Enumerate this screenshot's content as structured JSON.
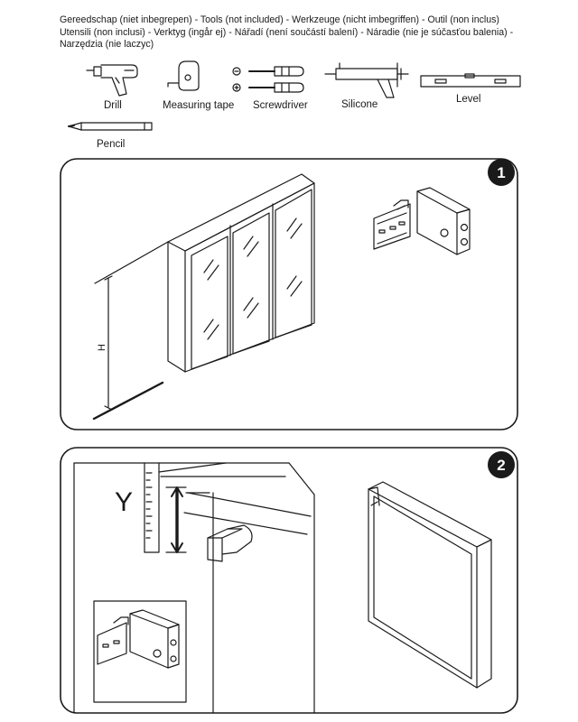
{
  "header": {
    "tools_lines": [
      "Gereedschap (niet inbegrepen) - Tools (not included) -  Werkzeuge (nicht imbegriffen) - Outil (non inclus)",
      "Utensili (non inclusi) - Verktyg (ingår ej) - Nářadí (není součástí balení) - Náradie (nie je súčasťou balenia) -",
      "Narzędzia (nie laczyc)"
    ]
  },
  "tools": [
    {
      "label": "Drill",
      "icon": "drill-icon"
    },
    {
      "label": "Measuring tape",
      "icon": "measuring-tape-icon"
    },
    {
      "label": "Screwdriver",
      "icon": "screwdriver-icon"
    },
    {
      "label": "Silicone",
      "icon": "silicone-gun-icon"
    },
    {
      "label": "Level",
      "icon": "level-icon"
    },
    {
      "label": "Pencil",
      "icon": "pencil-icon"
    }
  ],
  "steps": [
    {
      "number": "1",
      "dimension_label": "H"
    },
    {
      "number": "2",
      "dimension_label": "Y"
    }
  ],
  "colors": {
    "ink": "#1a1a1a",
    "paper": "#ffffff"
  }
}
